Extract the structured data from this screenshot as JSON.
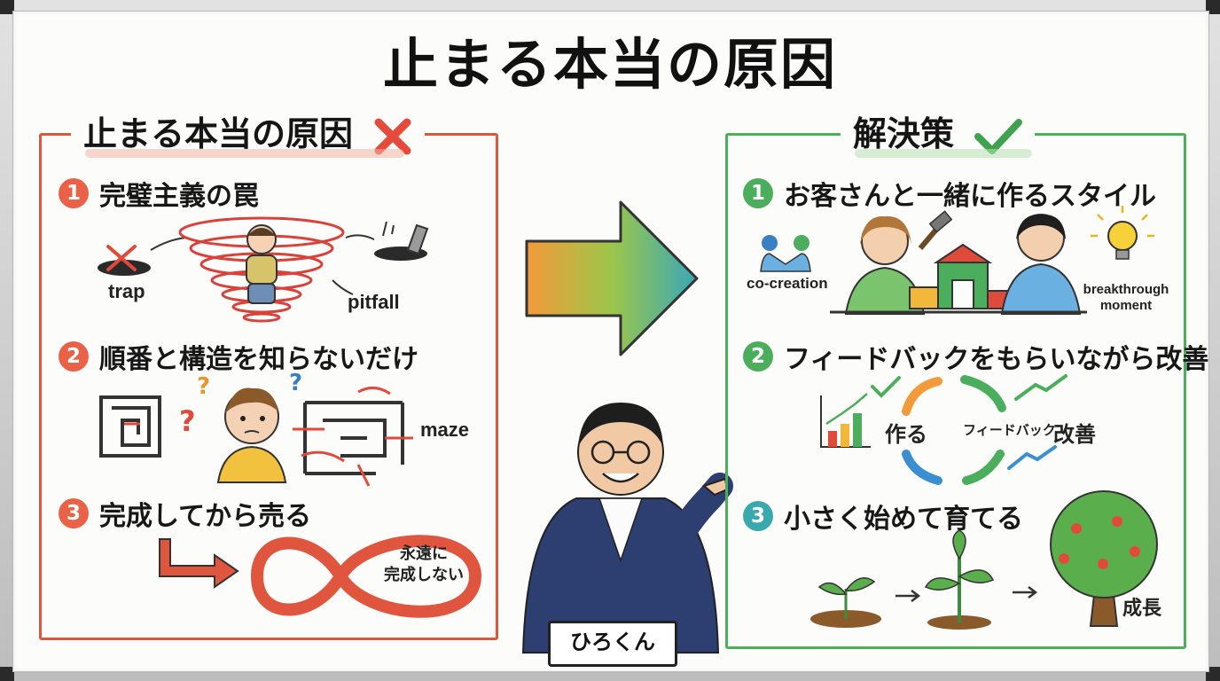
{
  "main_title": "止まる本当の原因",
  "left_panel": {
    "title": "止まる本当の原因",
    "items": [
      {
        "number": "1",
        "label": "完璧主義の罠"
      },
      {
        "number": "2",
        "label": "順番と構造を知らないだけ"
      },
      {
        "number": "3",
        "label": "完成してから売る"
      }
    ],
    "annotations": {
      "trap": "trap",
      "pitfall": "pitfall",
      "maze": "maze",
      "infinity_line1": "永遠に",
      "infinity_line2": "完成しない"
    }
  },
  "right_panel": {
    "title": "解決策",
    "items": [
      {
        "number": "1",
        "label": "お客さんと一緒に作るスタイル"
      },
      {
        "number": "2",
        "label": "フィードバックをもらいながら改善"
      },
      {
        "number": "3",
        "label": "小さく始めて育てる"
      }
    ],
    "annotations": {
      "co_creation": "co-creation",
      "breakthrough_line1": "breakthrough",
      "breakthrough_line2": "moment",
      "cycle_make": "作る",
      "cycle_feedback": "フィードバック",
      "cycle_improve": "改善",
      "growth": "成長"
    }
  },
  "presenter_name": "ひろくん",
  "colors": {
    "left_accent": "#e0553d",
    "right_accent": "#4caf5a",
    "number_teal": "#3aa9ad"
  }
}
